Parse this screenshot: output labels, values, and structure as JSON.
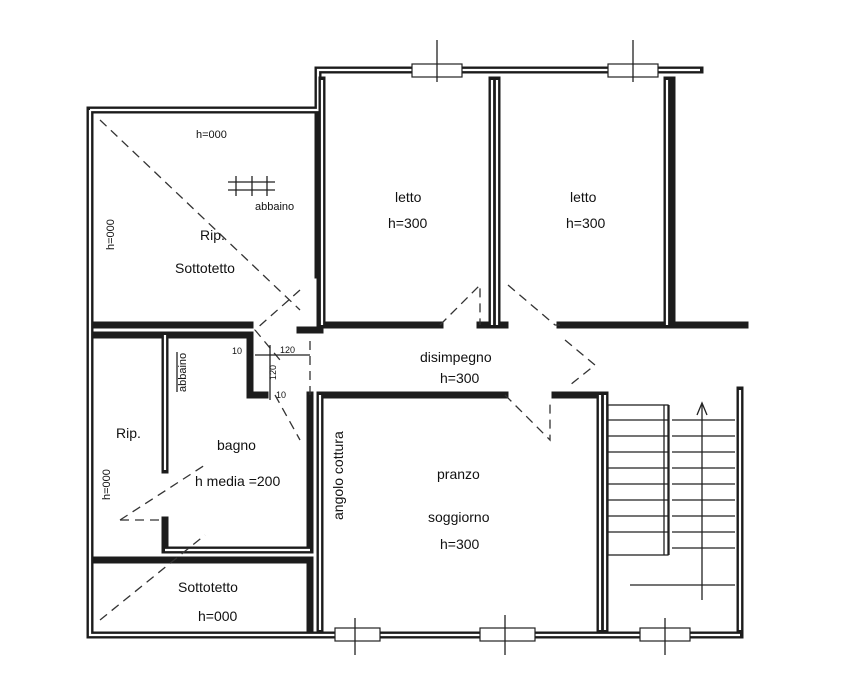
{
  "rooms": {
    "rip_sottotetto_top": {
      "name_1": "Rip.",
      "name_2": "Sottotetto",
      "h_top": "h=000",
      "h_side": "h=000",
      "dormer": "abbaino"
    },
    "letto_left": {
      "name": "letto",
      "height": "h=300"
    },
    "letto_right": {
      "name": "letto",
      "height": "h=300"
    },
    "disimpegno": {
      "name": "disimpegno",
      "height": "h=300"
    },
    "rip_left": {
      "name": "Rip.",
      "height": "h=000",
      "dormer": "abbaino"
    },
    "bagno": {
      "name": "bagno",
      "height": "h media =200"
    },
    "sottotetto_bottom": {
      "name": "Sottotetto",
      "height": "h=000"
    },
    "pranzo_soggiorno": {
      "name_1": "pranzo",
      "name_2": "soggiorno",
      "height": "h=300",
      "kitchen": "angolo cottura"
    }
  },
  "dimensions": {
    "d10": "10",
    "d120_h": "120",
    "d120_v": "120",
    "d10_b": "10"
  }
}
